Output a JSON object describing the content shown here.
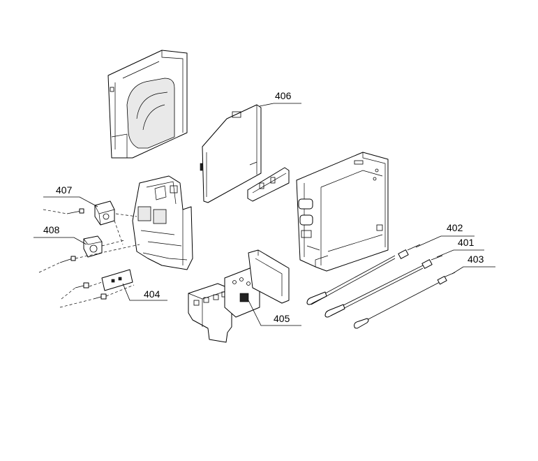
{
  "callouts": {
    "c401": "401",
    "c402": "402",
    "c403": "403",
    "c404": "404",
    "c405": "405",
    "c406": "406",
    "c407": "407",
    "c408": "408"
  }
}
